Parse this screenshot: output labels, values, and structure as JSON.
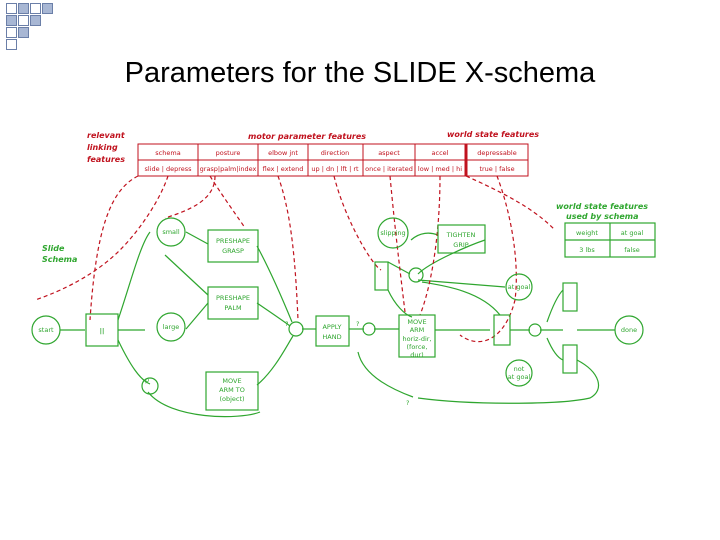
{
  "slide": {
    "title": "Parameters for the SLIDE X-schema"
  },
  "diagram": {
    "red_labels": {
      "relevant_linking_features": [
        "relevant",
        "linking",
        "features"
      ],
      "motor_parameter_features": "motor parameter features",
      "world_state_features": "world state features"
    },
    "parameter_table": {
      "headers": [
        "schema",
        "posture",
        "elbow jnt",
        "direction",
        "aspect",
        "accel",
        "depressable"
      ],
      "values": [
        "slide | depress",
        "grasp|palm|index",
        "flex | extend",
        "up | dn | lft | rt",
        "once | iterated",
        "low | med | hi",
        "true | false"
      ]
    },
    "world_state_used": {
      "label": [
        "world state features",
        "used by schema"
      ],
      "headers": [
        "weight",
        "at goal"
      ],
      "values": [
        "3 lbs",
        "false"
      ]
    },
    "slide_schema_label": [
      "Slide",
      "Schema"
    ],
    "nodes": {
      "start": "start",
      "split": "||",
      "small": "small",
      "large": "large",
      "preshape_grasp": [
        "PRESHAPE",
        "GRASP"
      ],
      "preshape_palm": [
        "PRESHAPE",
        "PALM"
      ],
      "move_arm_to": [
        "MOVE",
        "ARM TO",
        "(object)"
      ],
      "apply_hand": [
        "APPLY",
        "HAND"
      ],
      "move_arm": [
        "MOVE",
        "ARM",
        "horiz-dir,",
        "(force,",
        "dur)"
      ],
      "slipping": "slipping",
      "tighten_grip": [
        "TIGHTEN",
        "GRIP"
      ],
      "at_goal": "at goal",
      "not_at_goal": [
        "not",
        "at goal"
      ],
      "done": "done",
      "q1": "?",
      "q2": "?",
      "q3": "?",
      "p_mark": "p"
    }
  }
}
